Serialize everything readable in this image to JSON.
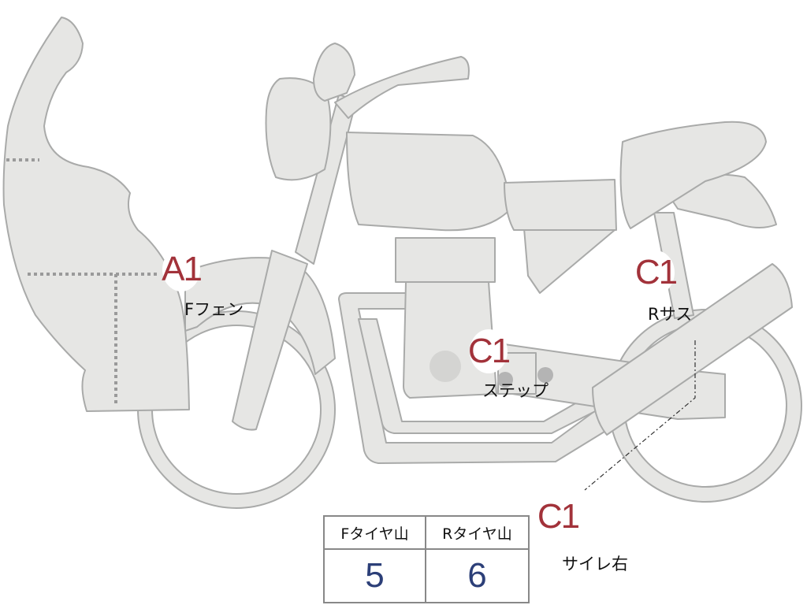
{
  "callouts": [
    {
      "id": "front-fender",
      "grade": "A1",
      "label": "Fフェン"
    },
    {
      "id": "rear-suspension",
      "grade": "C1",
      "label": "Rサス"
    },
    {
      "id": "step",
      "grade": "C1",
      "label": "ステップ"
    },
    {
      "id": "muffler-right",
      "grade": "C1",
      "label": "サイレ右"
    }
  ],
  "tire_table": {
    "headers": [
      "Fタイヤ山",
      "Rタイヤ山"
    ],
    "values": [
      "5",
      "6"
    ]
  },
  "colors": {
    "body_fill": "#e6e6e4",
    "outline": "#a9aaa9",
    "grade_text": "#a2323a",
    "value_text": "#2c3f78"
  }
}
